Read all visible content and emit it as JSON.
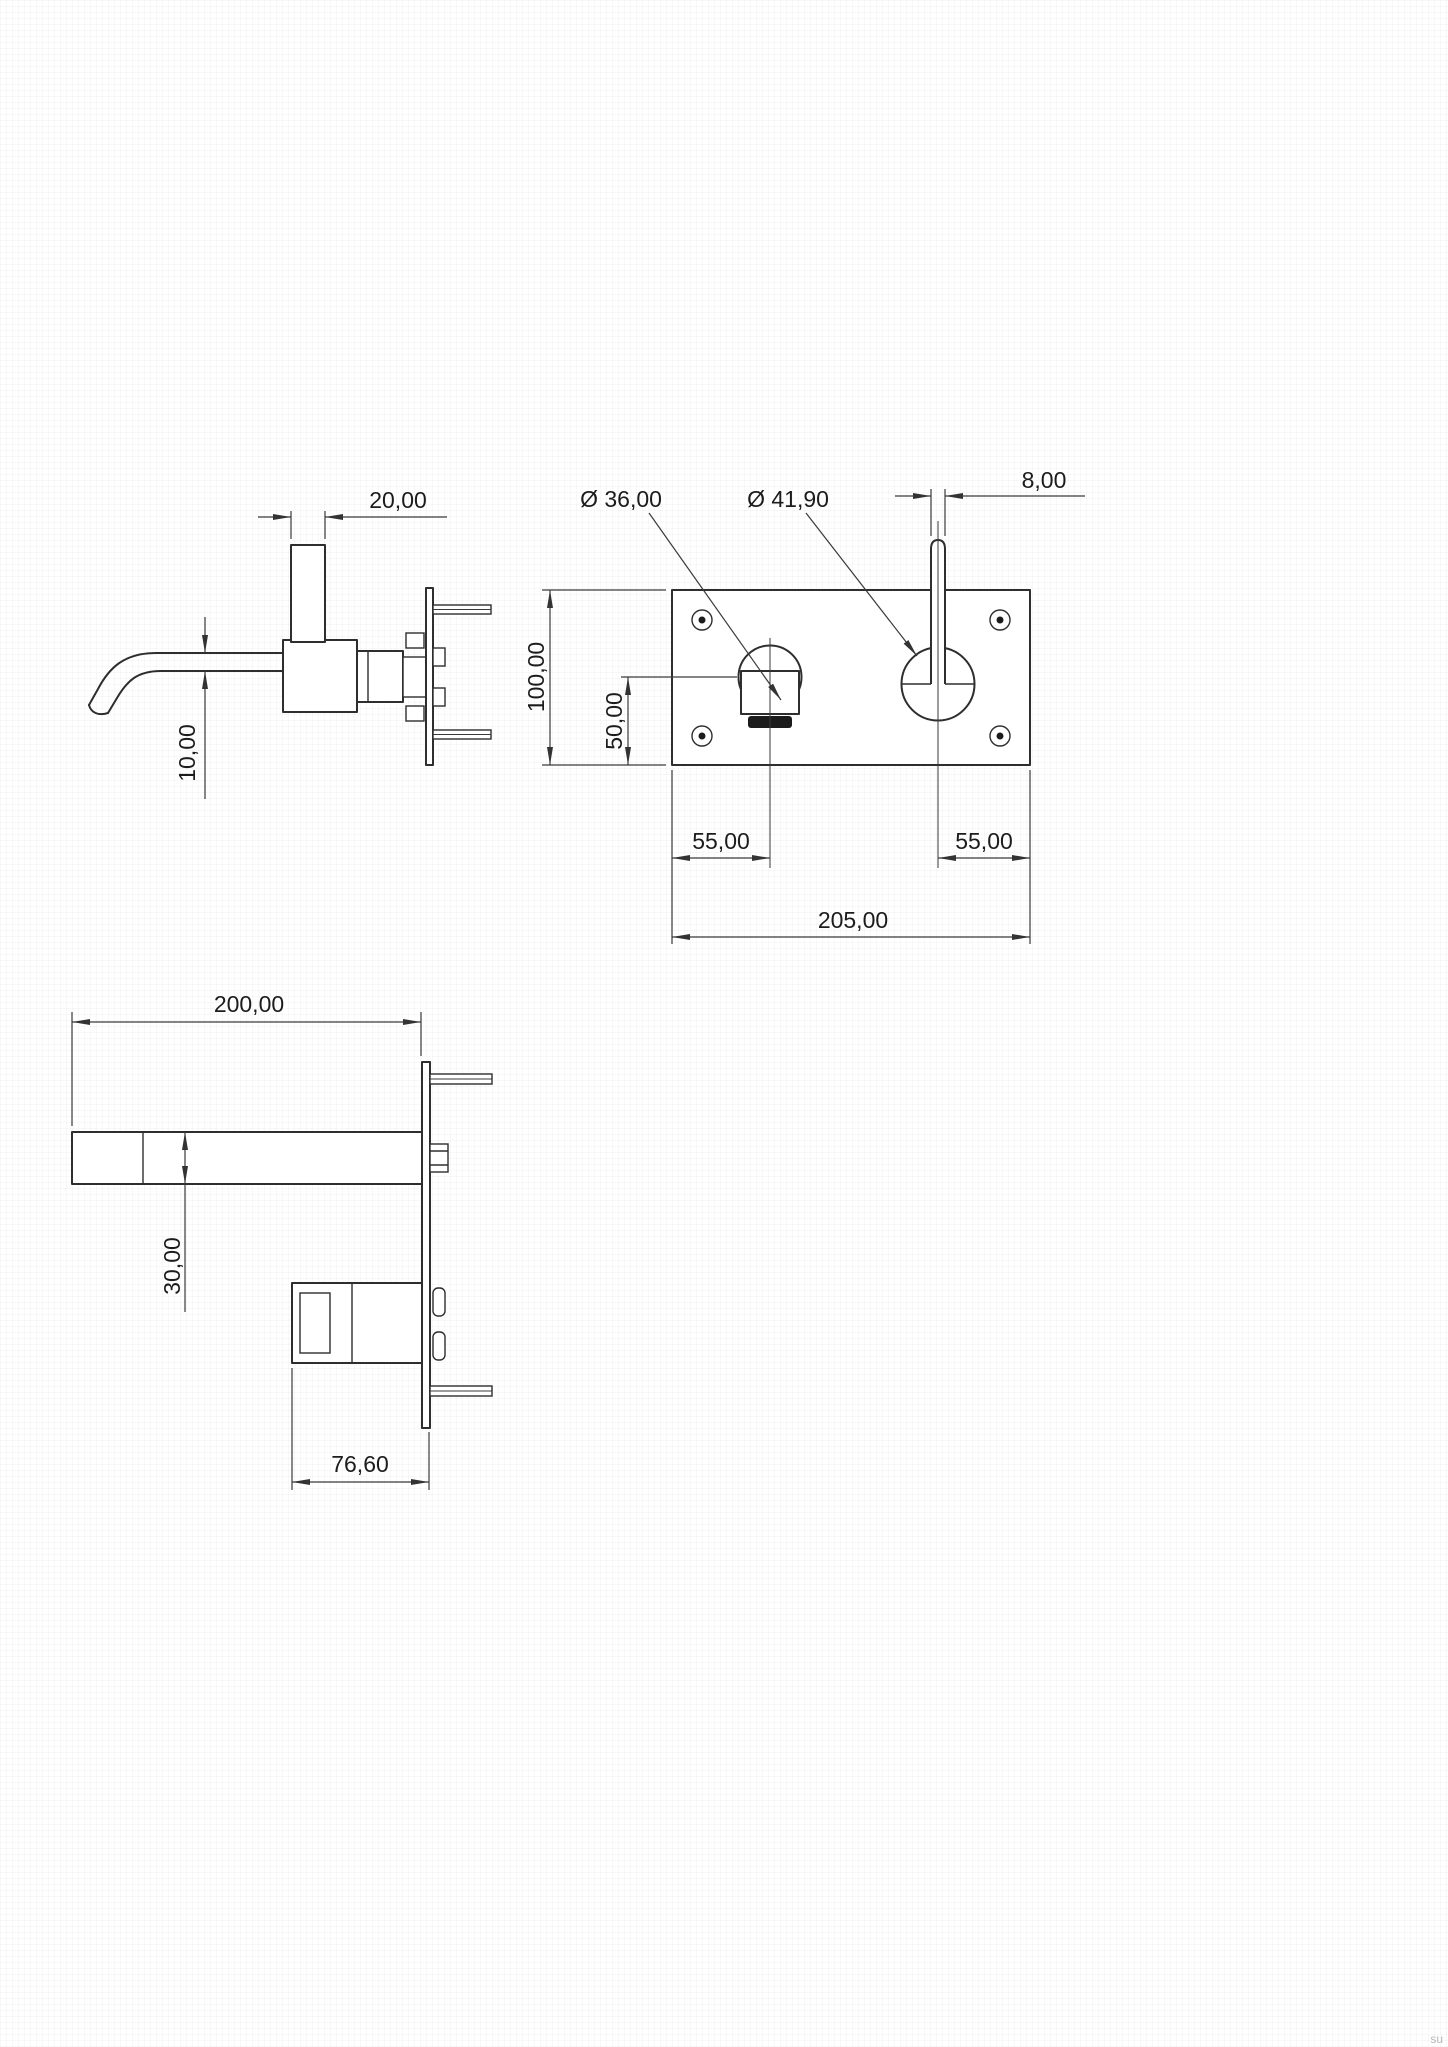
{
  "drawing": {
    "watermark": "su",
    "side_view": {
      "handle_width": "20,00",
      "spout_diameter": "10,00"
    },
    "front_view": {
      "mixer_diameter": "Ø 36,00",
      "lever_diameter": "Ø 41,90",
      "lever_rod_width": "8,00",
      "plate_height": "100,00",
      "mixer_center_to_bottom": "50,00",
      "left_edge_to_mixer": "55,00",
      "lever_to_right_edge": "55,00",
      "plate_width": "205,00"
    },
    "bottom_view": {
      "spout_length": "200,00",
      "spout_height": "30,00",
      "body_depth": "76,60"
    }
  }
}
